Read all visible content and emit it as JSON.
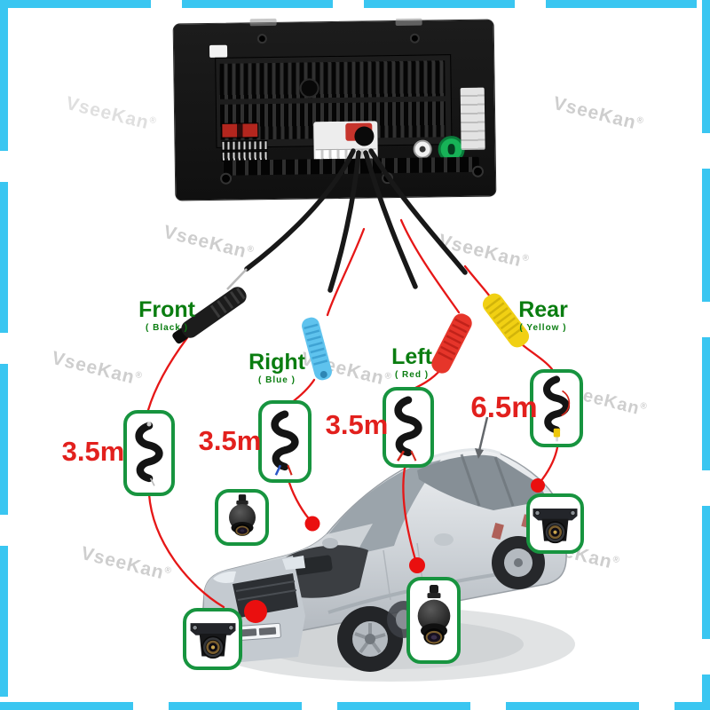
{
  "brand": {
    "watermark_text": "VseeKan",
    "registered_mark": "®"
  },
  "channels": [
    {
      "id": "front",
      "label": "Front",
      "color_note": "( Black )",
      "cable_length": "3.5m",
      "plug_color_name": "black",
      "plug_color_hex": "#1c1c1c"
    },
    {
      "id": "right",
      "label": "Right",
      "color_note": "( Blue )",
      "cable_length": "3.5m",
      "plug_color_name": "blue",
      "plug_color_hex": "#5fc3ee"
    },
    {
      "id": "left",
      "label": "Left",
      "color_note": "( Red )",
      "cable_length": "3.5m",
      "plug_color_name": "red",
      "plug_color_hex": "#e6352a"
    },
    {
      "id": "rear",
      "label": "Rear",
      "color_note": "( Yellow )",
      "cable_length": "6.5m",
      "plug_color_name": "yellow",
      "plug_color_hex": "#f1d013"
    }
  ],
  "colors": {
    "frame_border": "#3ac6f1",
    "label_green": "#0a7d10",
    "length_red": "#e2201d",
    "box_green": "#17943f",
    "wire_red": "#e61717"
  }
}
